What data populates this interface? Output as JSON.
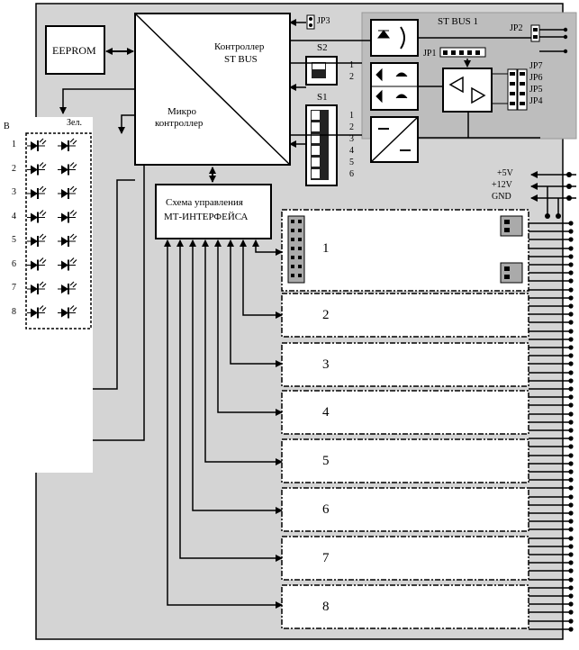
{
  "blocks": {
    "eeprom": "EEPROM",
    "st_controller": [
      "Контроллер",
      "ST BUS"
    ],
    "microcontroller": [
      "Микро",
      "контроллер"
    ],
    "mt_interface": [
      "Схема управления",
      "МТ-ИНТЕРФЕЙСА"
    ],
    "st_bus": "ST BUS 1"
  },
  "jumpers": {
    "jp1": "JP1",
    "jp2": "JP2",
    "jp3": "JP3",
    "jp4": "JP4",
    "jp5": "JP5",
    "jp6": "JP6",
    "jp7": "JP7"
  },
  "switches": {
    "s1": "S1",
    "s1_positions": [
      "1",
      "2",
      "3",
      "4",
      "5",
      "6"
    ],
    "s2": "S2",
    "s2_positions": [
      "1",
      "2"
    ]
  },
  "power": {
    "v5": "+5V",
    "v12": "+12V",
    "gnd": "GND"
  },
  "leds": {
    "column_b": "В",
    "column_green": "Зел.",
    "rows": [
      "1",
      "2",
      "3",
      "4",
      "5",
      "6",
      "7",
      "8"
    ]
  },
  "slots": [
    "1",
    "2",
    "3",
    "4",
    "5",
    "6",
    "7",
    "8"
  ],
  "colors": {
    "board": "#d4d4d4",
    "stbus_panel": "#bdbdbd",
    "block_fill": "#ffffff",
    "line": "#000000"
  }
}
